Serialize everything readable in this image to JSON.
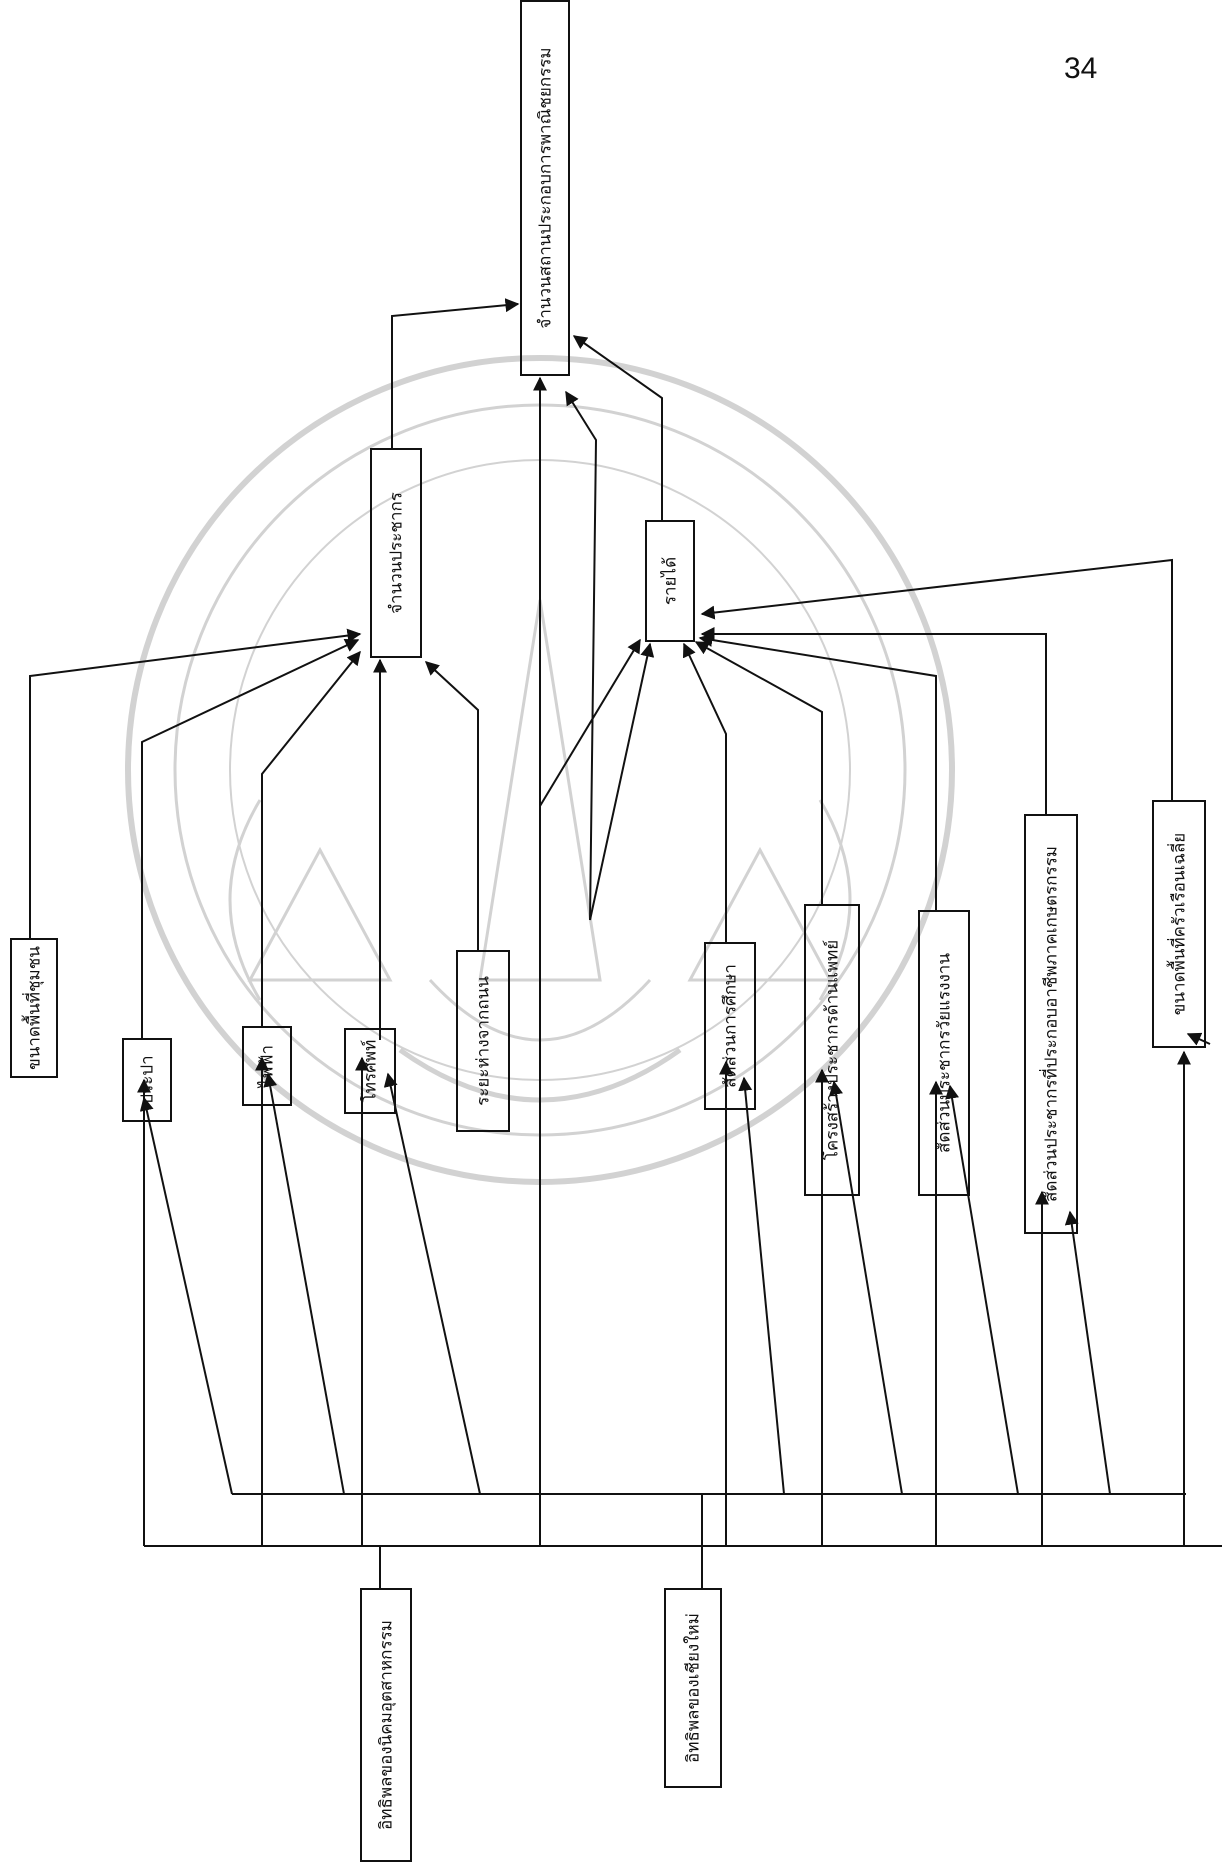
{
  "page_number": "34",
  "nodes": {
    "business_count": "จำนวนสถานประกอบการพาณิชยกรรม",
    "population": "จำนวนประชากร",
    "income": "รายได้",
    "community_area": "ขนาดพื้นที่ชุมชน",
    "water_supply": "ประปา",
    "electricity": "ไฟฟ้า",
    "telephone": "โทรศัพท์",
    "distance_from_road": "ระยะห่างจากถนน",
    "education_ratio": "สัดส่วนการศึกษา",
    "medical_infrastructure": "โครงสร้างประชากรด้านแพทย์",
    "working_age_ratio": "สัดส่วนประชากรวัยแรงงาน",
    "agriculture_ratio": "สัดส่วนประชากรที่ประกอบอาชีพภาคเกษตรกรรม",
    "household_area": "ขนาดพื้นที่ครัวเรือนเฉลี่ย",
    "industrial_estate_influence": "อิทธิพลของนิคมอุตสาหกรรม",
    "chiang_mai_influence": "อิทธิพลของเชียงใหม่"
  },
  "colors": {
    "ink": "#111111",
    "watermark": "#cfcfcf"
  }
}
